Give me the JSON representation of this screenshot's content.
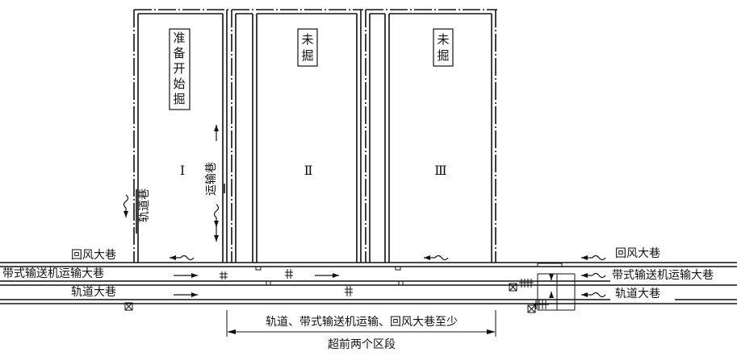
{
  "panels": [
    {
      "id": "I",
      "numeral": "Ⅰ",
      "status_chars": [
        "准",
        "备",
        "开",
        "始",
        "掘"
      ]
    },
    {
      "id": "II",
      "numeral": "Ⅱ",
      "status_chars": [
        "未",
        "掘"
      ]
    },
    {
      "id": "III",
      "numeral": "Ⅲ",
      "status_chars": [
        "未",
        "掘"
      ]
    }
  ],
  "roadways": {
    "return_air": "回风大巷",
    "belt_conveyor": "带式输送机运输大巷",
    "track": "轨道大巷"
  },
  "gateways": {
    "track_gate": "轨道巷",
    "haulage_gate": "运输巷"
  },
  "dimension": {
    "line1": "轨道、带式输送机运输、回风大巷至少",
    "line2": "超前两个区段"
  }
}
